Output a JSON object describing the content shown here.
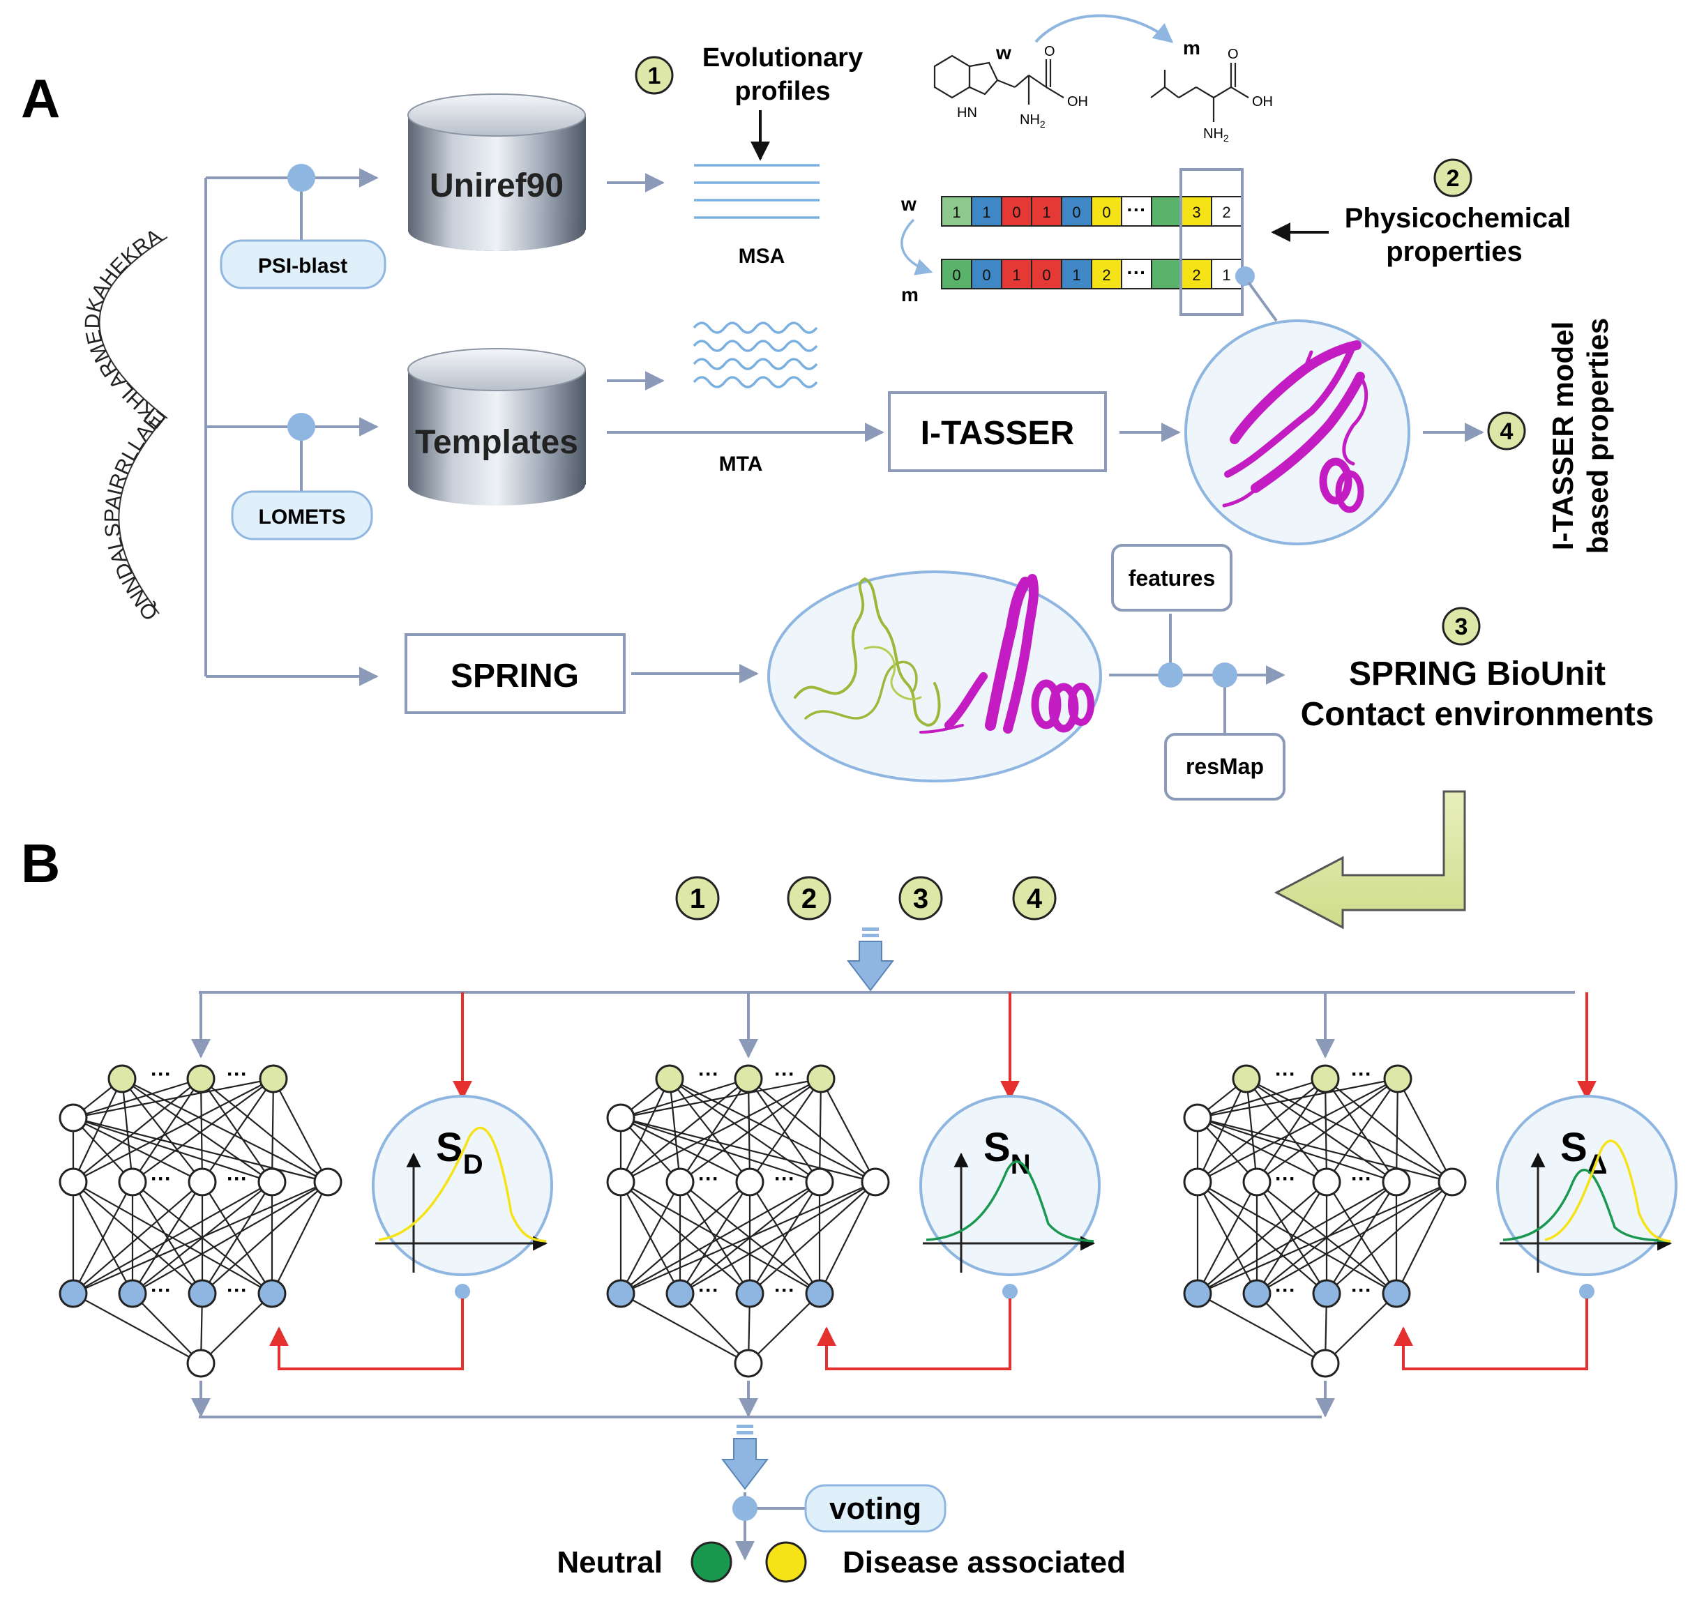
{
  "panels": {
    "a_label": "A",
    "b_label": "B"
  },
  "sequence": {
    "lines": [
      "QNNDALSPAIRRLLAEHDW",
      "EKHLARMEDKAHEKRAS"
    ]
  },
  "databases": {
    "uniref": "Uniref90",
    "templates": "Templates"
  },
  "tools": {
    "psi_blast": "PSI-blast",
    "lomets": "LOMETS",
    "itasser": "I-TASSER",
    "spring": "SPRING"
  },
  "labels": {
    "msa": "MSA",
    "mta": "MTA",
    "features": "features",
    "resmap": "resMap"
  },
  "steps": {
    "s1": {
      "num": "1",
      "line1": "Evolutionary",
      "line2": "profiles"
    },
    "s2": {
      "num": "2",
      "line1": "Physicochemical",
      "line2": "properties"
    },
    "s3": {
      "num": "3",
      "line1": "SPRING BioUnit",
      "line2": "Contact environments"
    },
    "s4": {
      "num": "4",
      "line1": "I-TASSER model",
      "line2": "based properties"
    }
  },
  "molecules": {
    "w_label": "w",
    "m_label": "m",
    "oh": "OH",
    "o": "O",
    "nh2": "NH",
    "nh2_sub": "2",
    "hn": "HN"
  },
  "vectors": {
    "w_label": "w",
    "m_label": "m",
    "w": [
      {
        "v": "1",
        "c": "#8dc98d"
      },
      {
        "v": "1",
        "c": "#3f88c5"
      },
      {
        "v": "0",
        "c": "#e53935"
      },
      {
        "v": "1",
        "c": "#e53935"
      },
      {
        "v": "0",
        "c": "#3f88c5"
      },
      {
        "v": "0",
        "c": "#f5e318"
      },
      {
        "v": "",
        "c": "#ffffff"
      },
      {
        "v": "",
        "c": "#59b36a"
      },
      {
        "v": "3",
        "c": "#f5e318"
      },
      {
        "v": "2",
        "c": "#ffffff"
      }
    ],
    "m": [
      {
        "v": "0",
        "c": "#59b36a"
      },
      {
        "v": "0",
        "c": "#3f88c5"
      },
      {
        "v": "1",
        "c": "#e53935"
      },
      {
        "v": "0",
        "c": "#e53935"
      },
      {
        "v": "1",
        "c": "#3f88c5"
      },
      {
        "v": "2",
        "c": "#f5e318"
      },
      {
        "v": "",
        "c": "#ffffff"
      },
      {
        "v": "",
        "c": "#59b36a"
      },
      {
        "v": "2",
        "c": "#f5e318"
      },
      {
        "v": "1",
        "c": "#ffffff"
      }
    ]
  },
  "panel_b": {
    "step_numbers": [
      "1",
      "2",
      "3",
      "4"
    ],
    "score_labels": [
      {
        "main": "S",
        "sub": "D"
      },
      {
        "main": "S",
        "sub": "N"
      },
      {
        "main": "S",
        "sub": "Δ"
      }
    ],
    "ellipsis": "···",
    "voting": "voting",
    "neutral": "Neutral",
    "disease": "Disease associated"
  },
  "colors": {
    "flow": "#8b9ab8",
    "node_blue": "#8fb6e0",
    "node_yellow": "#dde7a8",
    "feedback": "#e53030",
    "bubble_fill": "#eef6fb",
    "bubble_stroke": "#8fb6e0",
    "neutral_green": "#1a9850",
    "disease_yellow": "#f5e318",
    "protein": "#c21cc2",
    "chain2": "#9bb83a"
  }
}
